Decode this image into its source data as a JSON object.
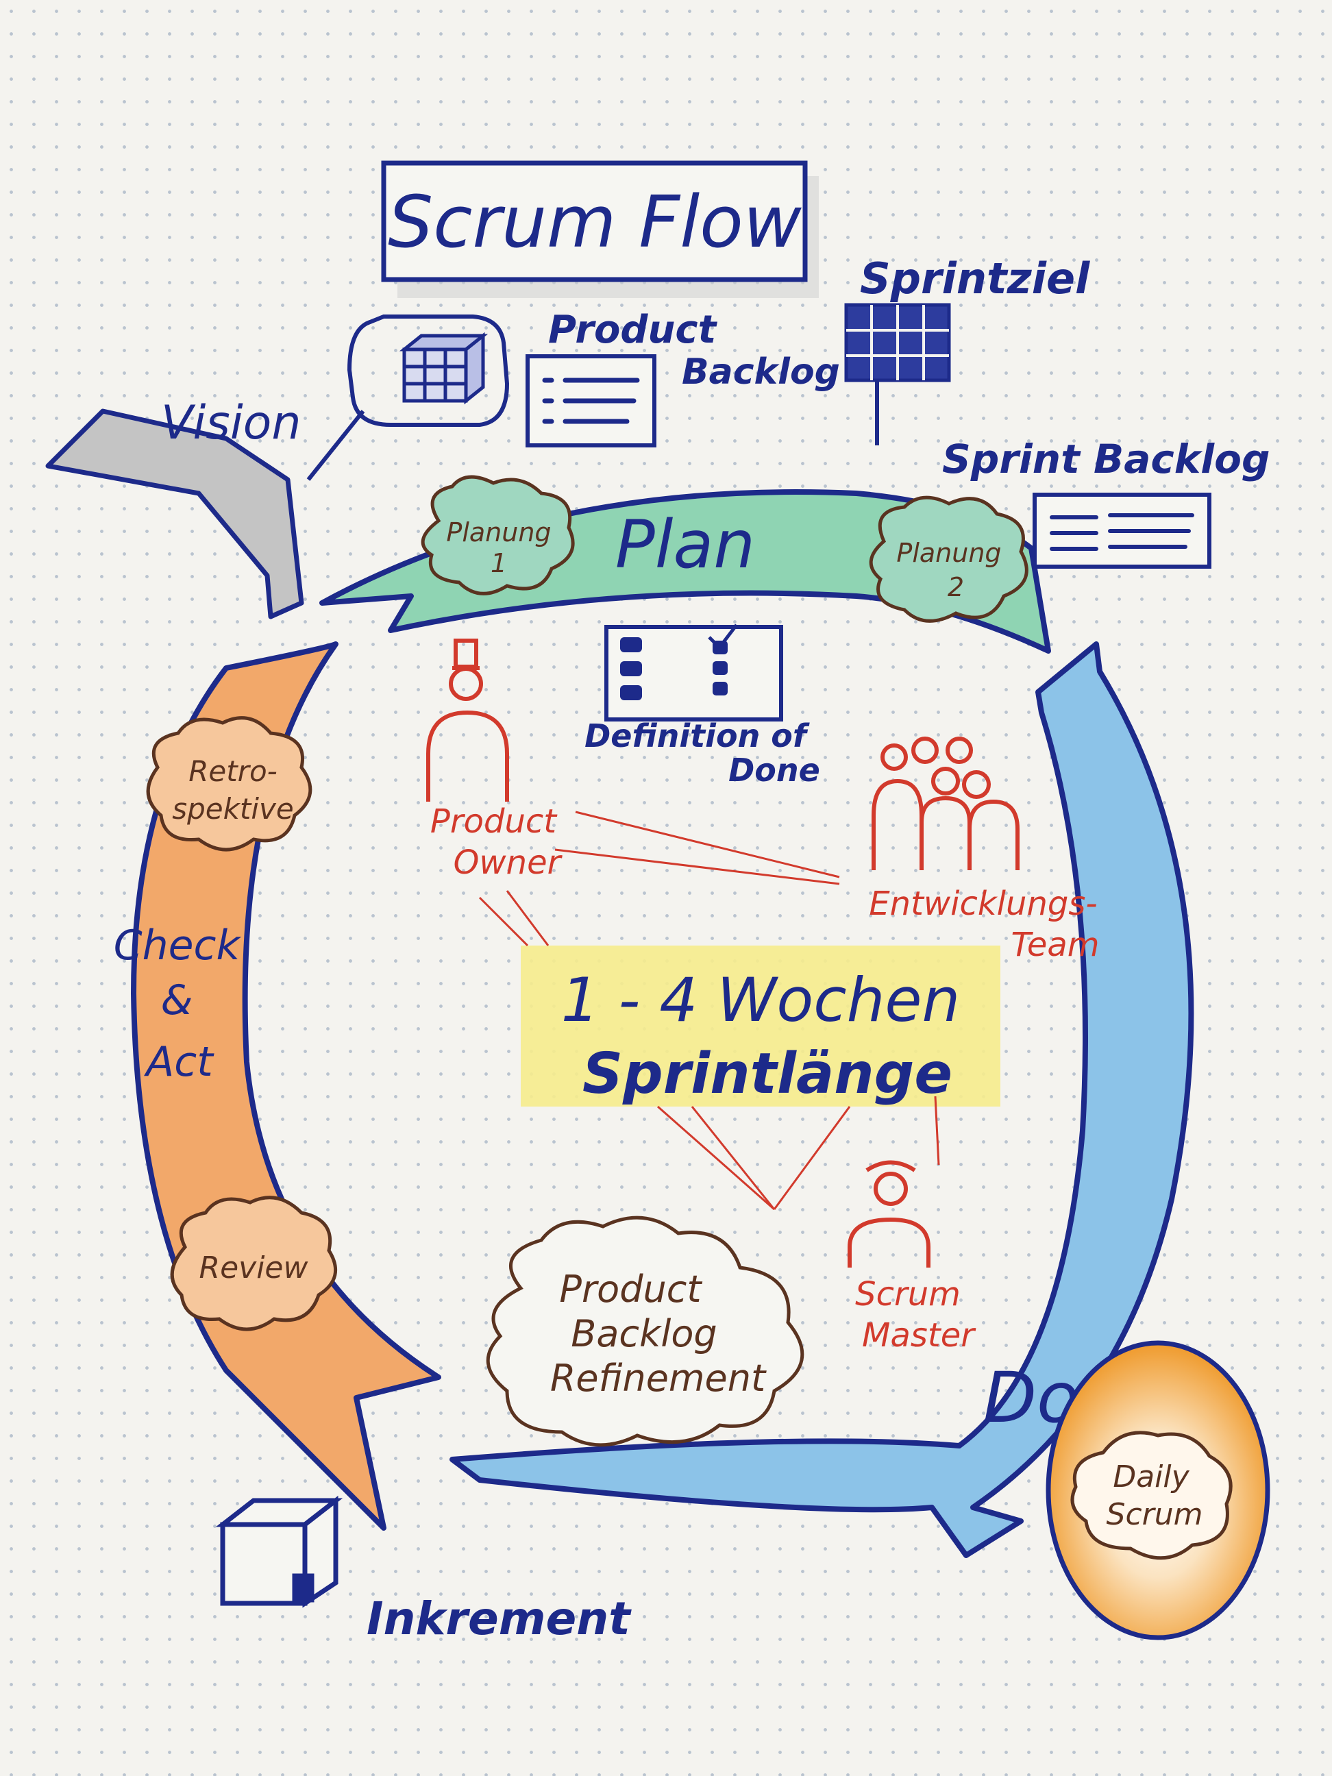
{
  "title": "Scrum Flow",
  "vision": "Vision",
  "product_backlog": [
    "Product",
    "Backlog"
  ],
  "sprintziel": "Sprintziel",
  "sprint_backlog": "Sprint Backlog",
  "plan": "Plan",
  "planung1": [
    "Planung",
    "1"
  ],
  "planung2": [
    "Planung",
    "2"
  ],
  "definition_of_done": [
    "Definition of",
    "Done"
  ],
  "product_owner": [
    "Product",
    "Owner"
  ],
  "entwicklungsteam": [
    "Entwicklungs-",
    "Team"
  ],
  "sprint_length": [
    "1 - 4 Wochen",
    "Sprintlänge"
  ],
  "retrospektive": [
    "Retro-",
    "spektive"
  ],
  "check_act": [
    "Check",
    "&",
    "Act"
  ],
  "review": "Review",
  "refinement": [
    "Product",
    "Backlog",
    "Refinement"
  ],
  "scrum_master": [
    "Scrum",
    "Master"
  ],
  "do": "Do",
  "daily_scrum": [
    "Daily",
    "Scrum"
  ],
  "inkrement": "Inkrement",
  "colors": {
    "ink": "#1d2a8a",
    "red": "#d23a2c",
    "brown": "#5a3320",
    "plan_green": "#8fd4b3",
    "check_orange": "#f2a86a",
    "do_blue": "#8cc3e8",
    "daily_orange": "#f0a030",
    "sprint_yellow": "#f6ec8c"
  }
}
